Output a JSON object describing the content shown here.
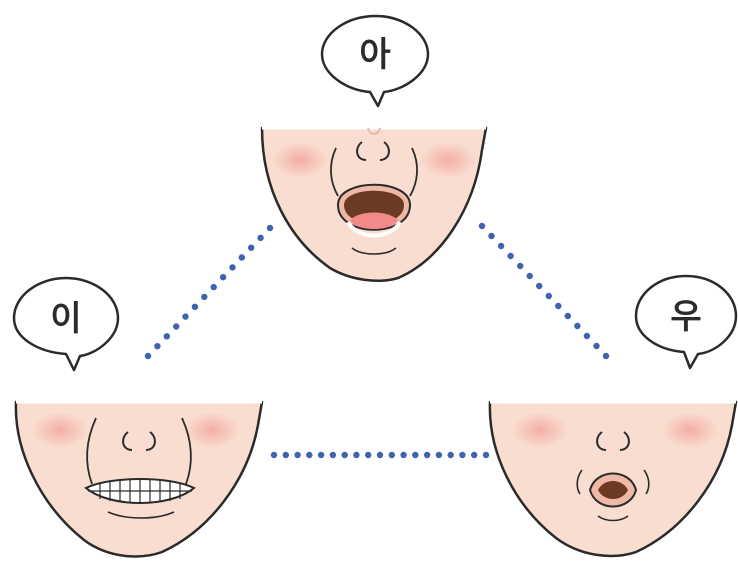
{
  "bubbles": {
    "top": {
      "label": "아"
    },
    "left": {
      "label": "이"
    },
    "right": {
      "label": "우"
    }
  },
  "faces": [
    {
      "vowel": "아",
      "mouth": "open-wide"
    },
    {
      "vowel": "이",
      "mouth": "spread-teeth"
    },
    {
      "vowel": "우",
      "mouth": "rounded-pucker"
    }
  ],
  "colors": {
    "skin": "#f9ddd0",
    "skin_shadow": "#f2c3ae",
    "outline": "#2b2b2b",
    "cheek": "#f4b0a6",
    "mouth_dark": "#6b3a22",
    "tongue": "#f28a8a",
    "teeth": "#ffffff",
    "lip": "#f0b8a6",
    "dots": "#3f63ad"
  }
}
